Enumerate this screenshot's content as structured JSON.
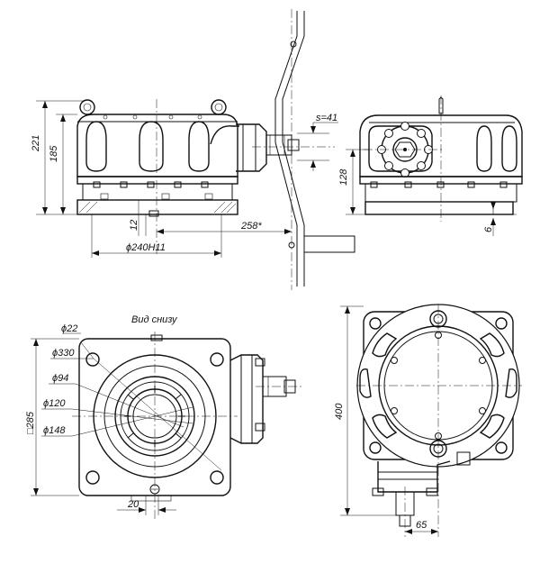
{
  "dimensions": {
    "h221": "221",
    "h185": "185",
    "h128": "128",
    "s41": "s=41",
    "d12": "12",
    "d258": "258*",
    "d240": "ϕ240H11",
    "d6": "6",
    "d22": "ϕ22",
    "d330": "ϕ330",
    "d94": "ϕ94",
    "d120": "ϕ120",
    "d148": "ϕ148",
    "sq285": "□285",
    "d20": "20",
    "d400": "400",
    "d65": "65"
  },
  "labels": {
    "bottom_view": "Вид снизу"
  }
}
